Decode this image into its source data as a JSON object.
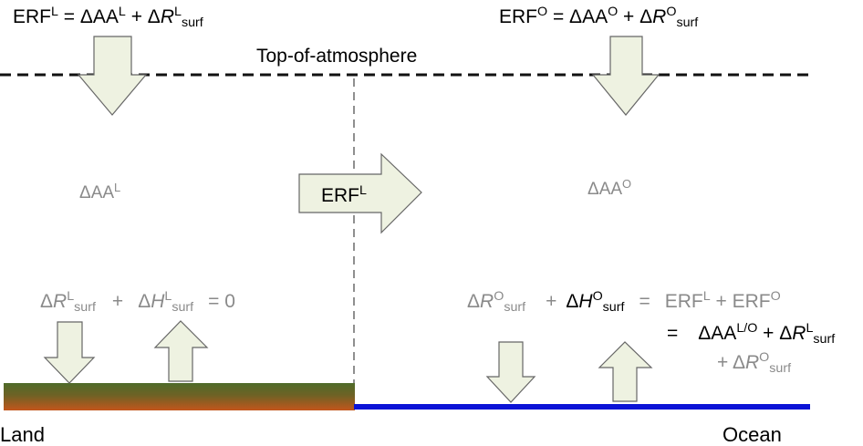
{
  "toa_label": "Top-of-atmosphere",
  "land_label": "Land",
  "ocean_label": "Ocean",
  "delta": "Δ",
  "erf_land_eq": {
    "lhs": "ERF",
    "lhs_sup": "L",
    "eq": " = ",
    "aa": "ΔAA",
    "aa_sup": "L",
    "plus": " + ",
    "r": "R",
    "r_sup": "L",
    "r_sub": "surf"
  },
  "erf_ocean_eq": {
    "lhs": "ERF",
    "lhs_sup": "O",
    "eq": " = ",
    "aa": "ΔAA",
    "aa_sup": "O",
    "plus": " + ",
    "r": "R",
    "r_sup": "O",
    "r_sub": "surf"
  },
  "aa_land": {
    "base": "ΔAA",
    "sup": "L"
  },
  "aa_ocean": {
    "base": "ΔAA",
    "sup": "O"
  },
  "transport_arrow": {
    "base": "ERF",
    "sup": "L"
  },
  "land_surface_eq": {
    "r": "R",
    "r_sup": "L",
    "r_sub": "surf",
    "plus": "+",
    "h": "H",
    "h_sup": "L",
    "h_sub": "surf",
    "rhs": "= 0"
  },
  "ocean_surface_eq": {
    "r": "R",
    "r_sup": "O",
    "r_sub": "surf",
    "plus": "+",
    "h": "H",
    "h_sup": "O",
    "h_sub": "surf",
    "eq1": "=",
    "rhs1_a": "ERF",
    "rhs1_a_sup": "L",
    "rhs1_plus": " + ",
    "rhs1_b": "ERF",
    "rhs1_b_sup": "O",
    "eq2": "=",
    "rhs2_aa": "ΔAA",
    "rhs2_aa_sup": "L/O",
    "rhs2_plus": " + ",
    "rhs2_r": "R",
    "rhs2_r_sup": "L",
    "rhs2_r_sub": "surf",
    "rhs3_plus": "+ ",
    "rhs3_r": "R",
    "rhs3_r_sup": "O",
    "rhs3_r_sub": "surf"
  },
  "colors": {
    "arrow_fill": "#eef2e1",
    "arrow_stroke": "#666666",
    "land_top": "#4f6b2a",
    "land_bottom": "#c2561c",
    "ocean_line": "#0b13d6",
    "dashed_line": "#111111",
    "divider_line": "#8f8f8f",
    "grey_text": "#8a8a8a"
  }
}
